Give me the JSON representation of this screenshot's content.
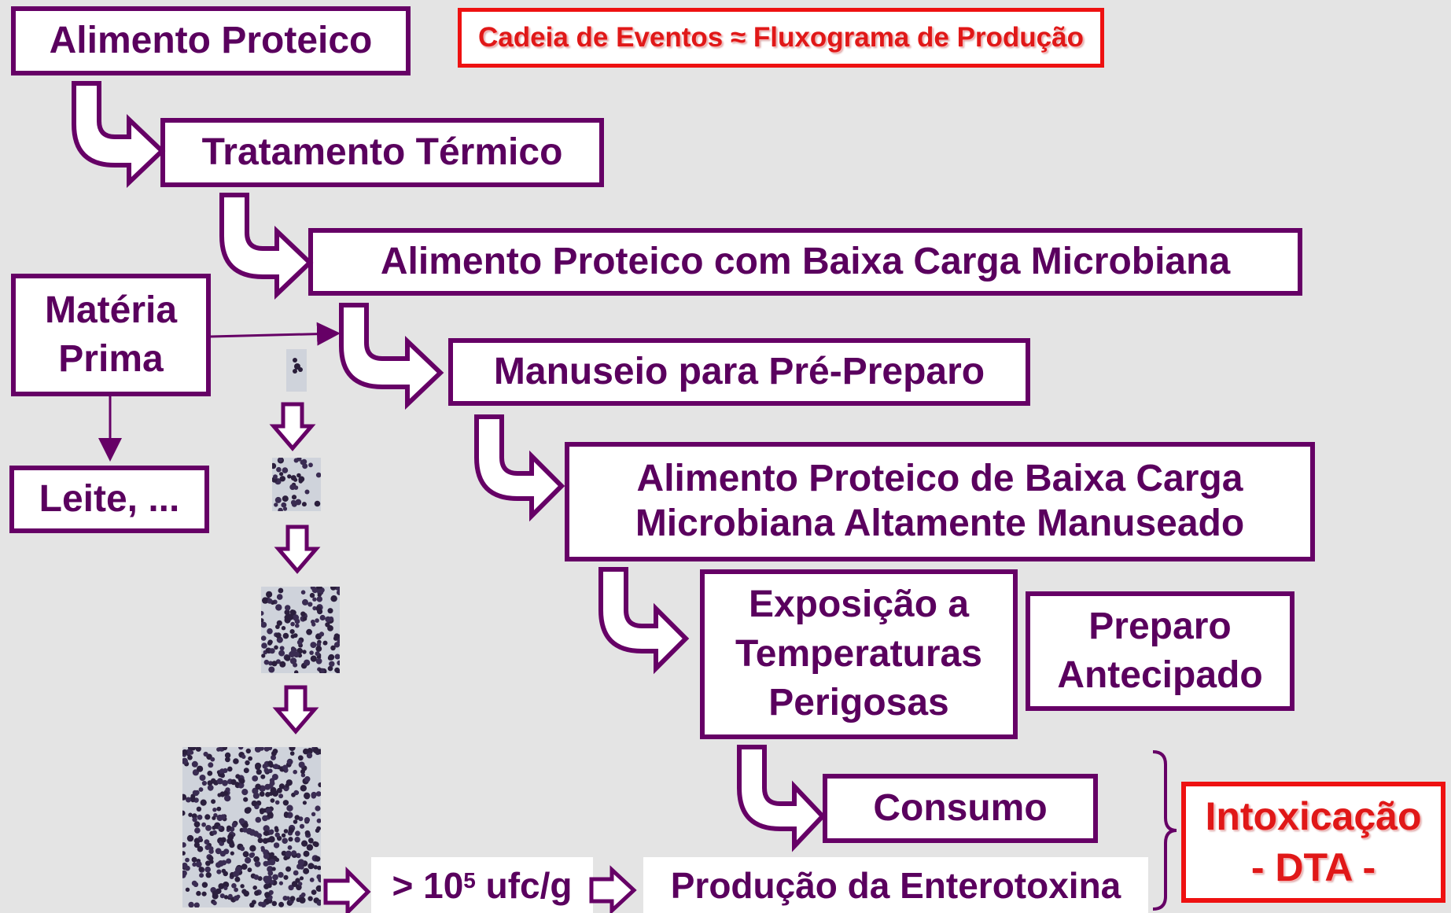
{
  "header": {
    "chain_label": "Cadeia de Eventos ≈ Fluxograma de Produção"
  },
  "flow": {
    "step1": "Alimento Proteico",
    "step2": "Tratamento Térmico",
    "step3": "Alimento Proteico com Baixa Carga Microbiana",
    "step4": "Manuseio para Pré-Preparo",
    "step5_line1": "Alimento Proteico de Baixa Carga",
    "step5_line2": "Microbiana Altamente Manuseado",
    "step6_line1": "Exposição a",
    "step6_line2": "Temperaturas",
    "step6_line3": "Perigosas",
    "step6b_line1": "Preparo",
    "step6b_line2": "Antecipado",
    "step7": "Consumo"
  },
  "raw_material": {
    "line1": "Matéria",
    "line2": "Prima",
    "example": "Leite, ..."
  },
  "growth": {
    "count_prefix": "> 10",
    "count_exponent": "5",
    "count_unit": " ufc/g",
    "toxin_label": "Produção da Enterotoxina"
  },
  "outcome": {
    "line1": "Intoxicação",
    "line2": "- DTA -"
  },
  "colors": {
    "primary": "#660066",
    "alert": "#ee1111",
    "background": "#e4e4e4"
  }
}
